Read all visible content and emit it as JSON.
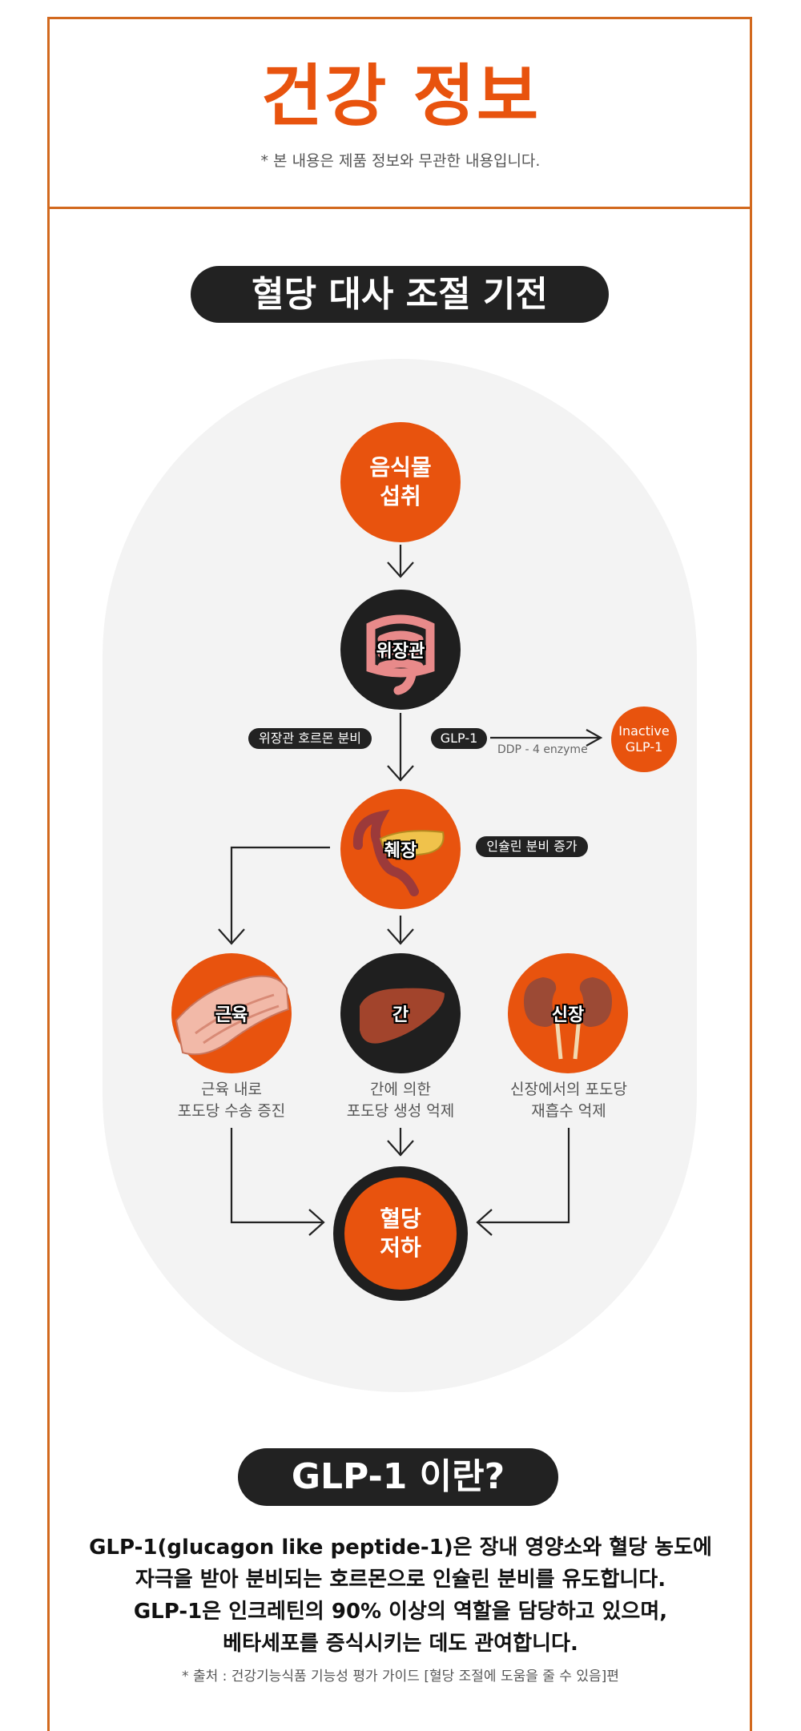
{
  "header": {
    "title": "건강 정보",
    "disclaimer": "* 본 내용은 제품 정보와 무관한 내용입니다."
  },
  "diagram": {
    "heading": "혈당 대사 조절 기전",
    "nodes": {
      "food": "음식물\n섭취",
      "gi": "위장관",
      "inactive": "Inactive\nGLP-1",
      "pancreas": "췌장",
      "muscle": "근육",
      "liver": "간",
      "kidney": "신장",
      "result": "혈당\n저하"
    },
    "labels": {
      "gi_hormone": "위장관 호르몬 분비",
      "glp1": "GLP-1",
      "enzyme": "DDP - 4 enzyme",
      "insulin": "인슐린 분비 증가"
    },
    "captions": {
      "muscle": "근육 내로\n포도당 수송 증진",
      "liver": "간에 의한\n포도당 생성 억제",
      "kidney": "신장에서의 포도당\n재흡수 억제"
    }
  },
  "glp1_section": {
    "heading": "GLP-1 이란?",
    "lines": [
      "GLP-1(glucagon like peptide-1)은 장내 영양소와 혈당 농도에",
      "자극을 받아 분비되는 호르몬으로 인슐린 분비를 유도합니다.",
      "GLP-1은 인크레틴의 90% 이상의 역할을 담당하고 있으며,",
      "베타세포를 증식시키는 데도 관여합니다."
    ],
    "source": "* 출처 : 건강기능식품 기능성 평가 가이드 [혈당 조절에 도움을 줄 수 있음]편"
  },
  "colors": {
    "accent": "#e8530e",
    "frame": "#d2691e",
    "dark": "#1f1f1f",
    "panel": "#f3f3f3"
  },
  "icons": {
    "gi": "intestine-icon",
    "pancreas": "pancreas-icon",
    "muscle": "muscle-icon",
    "liver": "liver-icon",
    "kidney": "kidney-icon"
  }
}
